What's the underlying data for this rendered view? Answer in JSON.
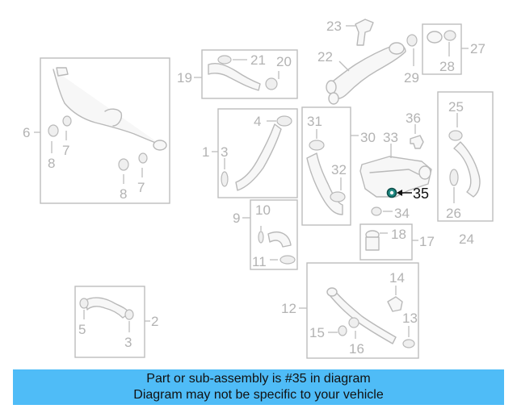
{
  "diagram": {
    "labels": {
      "p1": "1",
      "p2": "2",
      "p3a": "3",
      "p3b": "3",
      "p4": "4",
      "p5": "5",
      "p6": "6",
      "p7a": "7",
      "p7b": "7",
      "p8a": "8",
      "p8b": "8",
      "p9": "9",
      "p10": "10",
      "p11": "11",
      "p12": "12",
      "p13": "13",
      "p14": "14",
      "p15": "15",
      "p16": "16",
      "p17": "17",
      "p18": "18",
      "p19": "19",
      "p20": "20",
      "p21": "21",
      "p22": "22",
      "p23": "23",
      "p24": "24",
      "p25": "25",
      "p26": "26",
      "p27": "27",
      "p28": "28",
      "p29": "29",
      "p30": "30",
      "p31": "31",
      "p32": "32",
      "p33": "33",
      "p34": "34",
      "p35": "35",
      "p36": "36"
    },
    "highlighted_part": "35",
    "highlight_color": "#1f8a83"
  },
  "banner": {
    "line1": "Part or sub-assembly is #35 in diagram",
    "line2": "Diagram may not be specific to your vehicle",
    "color": "#4fbcf7"
  }
}
